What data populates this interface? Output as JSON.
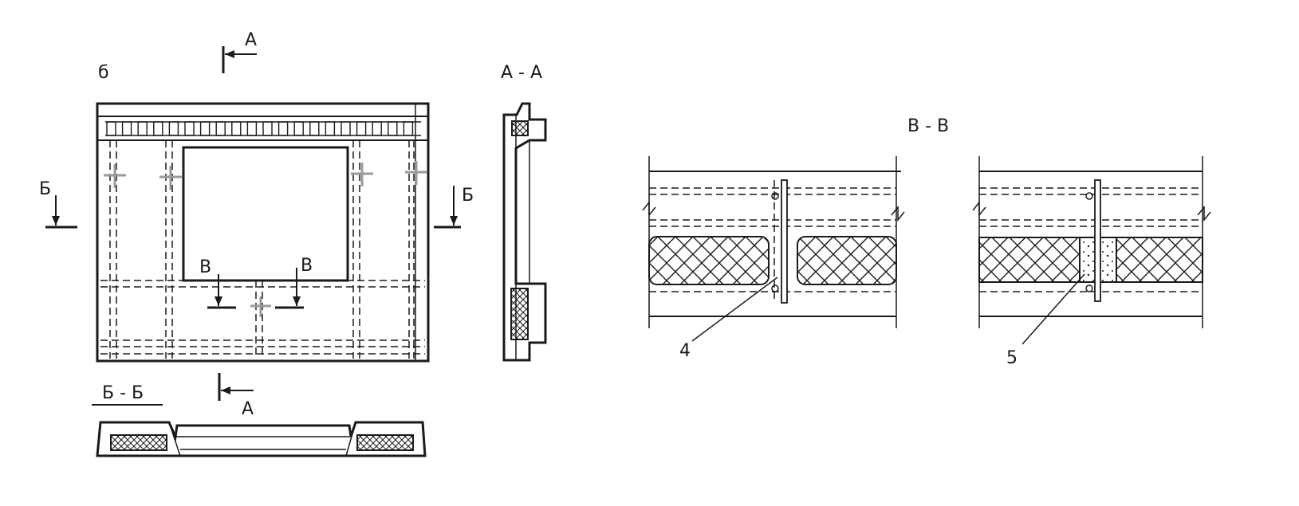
{
  "labels": {
    "view_b": "б",
    "section_aa": "А - А",
    "section_bb": "Б - Б",
    "section_vv": "В - В",
    "cut_a_top": "А",
    "cut_a_bottom": "А",
    "cut_b_left": "Б",
    "cut_b_right": "Б",
    "cut_v_left": "В",
    "cut_v_right": "В",
    "callout_4": "4",
    "callout_5": "5"
  }
}
